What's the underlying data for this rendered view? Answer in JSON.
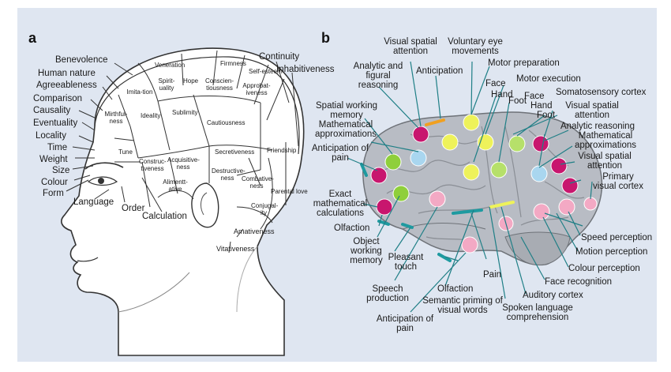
{
  "panel_a": {
    "letter": "a",
    "left_labels": [
      "Benevolence",
      "Human nature",
      "Agreeableness",
      "Comparison",
      "Causality",
      "Eventuality",
      "Locality",
      "Time",
      "Weight",
      "Size",
      "Colour",
      "Form",
      "Language",
      "Order",
      "Calculation"
    ],
    "right_labels": [
      "Continuity",
      "Inhabitiveness",
      "Amativeness",
      "Vitativeness"
    ],
    "inner_labels": [
      "Veneration",
      "Firmness",
      "Self-esteem",
      "Imita-tion",
      "Spirit-uality",
      "Hope",
      "Conscien-tiousness",
      "Approbat-iveness",
      "Mirthful-ness",
      "Ideality",
      "Sublimity",
      "Cautiousness",
      "Tune",
      "Construc-tiveness",
      "Acquisitive-ness",
      "Secretiveness",
      "Friendship",
      "Alimentt-ative",
      "Destructive-ness",
      "Combative-ness",
      "Conjugal-ity",
      "Parental love"
    ]
  },
  "panel_b": {
    "letter": "b",
    "labels": [
      "Visual spatial attention",
      "Voluntary eye movements",
      "Analytic and figural reasoning",
      "Anticipation",
      "Motor preparation",
      "Face",
      "Motor execution",
      "Hand",
      "Foot",
      "Face",
      "Hand",
      "Foot",
      "Somatosensory cortex",
      "Spatial working memory",
      "Mathematical approximations",
      "Anticipation of pain",
      "Visual spatial attention",
      "Analytic reasoning",
      "Mathematical approximations",
      "Visual spatial attention",
      "Primary visual cortex",
      "Exact mathematical calculations",
      "Olfaction",
      "Object working memory",
      "Pleasant touch",
      "Speech production",
      "Olfaction",
      "Pain",
      "Semantic priming of visual words",
      "Anticipation of pain",
      "Spoken language comprehension",
      "Auditory cortex",
      "Face recognition",
      "Colour perception",
      "Motion perception",
      "Speed perception"
    ]
  },
  "colors": {
    "background": "#dfe6f1",
    "magenta": "#c8166e",
    "pink": "#f3a9c4",
    "lightblue": "#a9d6ef",
    "yellow": "#eef25a",
    "lightgreen": "#b6e06a",
    "green": "#8fcf3b",
    "teal": "#1e9aa0",
    "orange": "#f0a020"
  }
}
